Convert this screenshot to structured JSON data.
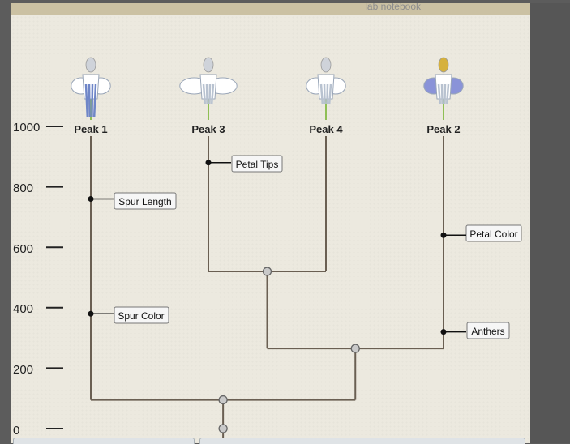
{
  "window": {
    "title": "lab notebook"
  },
  "axis": {
    "ticks": [
      "1000",
      "800",
      "600",
      "400",
      "200",
      "0"
    ],
    "values": [
      1000,
      800,
      600,
      400,
      200,
      0
    ]
  },
  "peaks": [
    {
      "id": "peak1",
      "label": "Peak 1",
      "petal_color": "#ffffff",
      "spur_color": "#6f86c8"
    },
    {
      "id": "peak3",
      "label": "Peak 3",
      "petal_color": "#ffffff",
      "spur_color": "#ffffff"
    },
    {
      "id": "peak4",
      "label": "Peak 4",
      "petal_color": "#ffffff",
      "spur_color": "#ffffff"
    },
    {
      "id": "peak2",
      "label": "Peak 2",
      "petal_color": "#8a93d8",
      "spur_color": "#ffffff"
    }
  ],
  "traits": [
    {
      "label": "Petal Tips",
      "value": 880
    },
    {
      "label": "Spur Length",
      "value": 760
    },
    {
      "label": "Petal Color",
      "value": 640
    },
    {
      "label": "Spur Color",
      "value": 380
    },
    {
      "label": "Anthers",
      "value": 320
    }
  ],
  "nodes": [
    {
      "name": "peak3-peak4",
      "value": 520
    },
    {
      "name": "clade-peak2",
      "value": 265
    },
    {
      "name": "clade-peak1",
      "value": 95
    },
    {
      "name": "root",
      "value": 0
    }
  ]
}
